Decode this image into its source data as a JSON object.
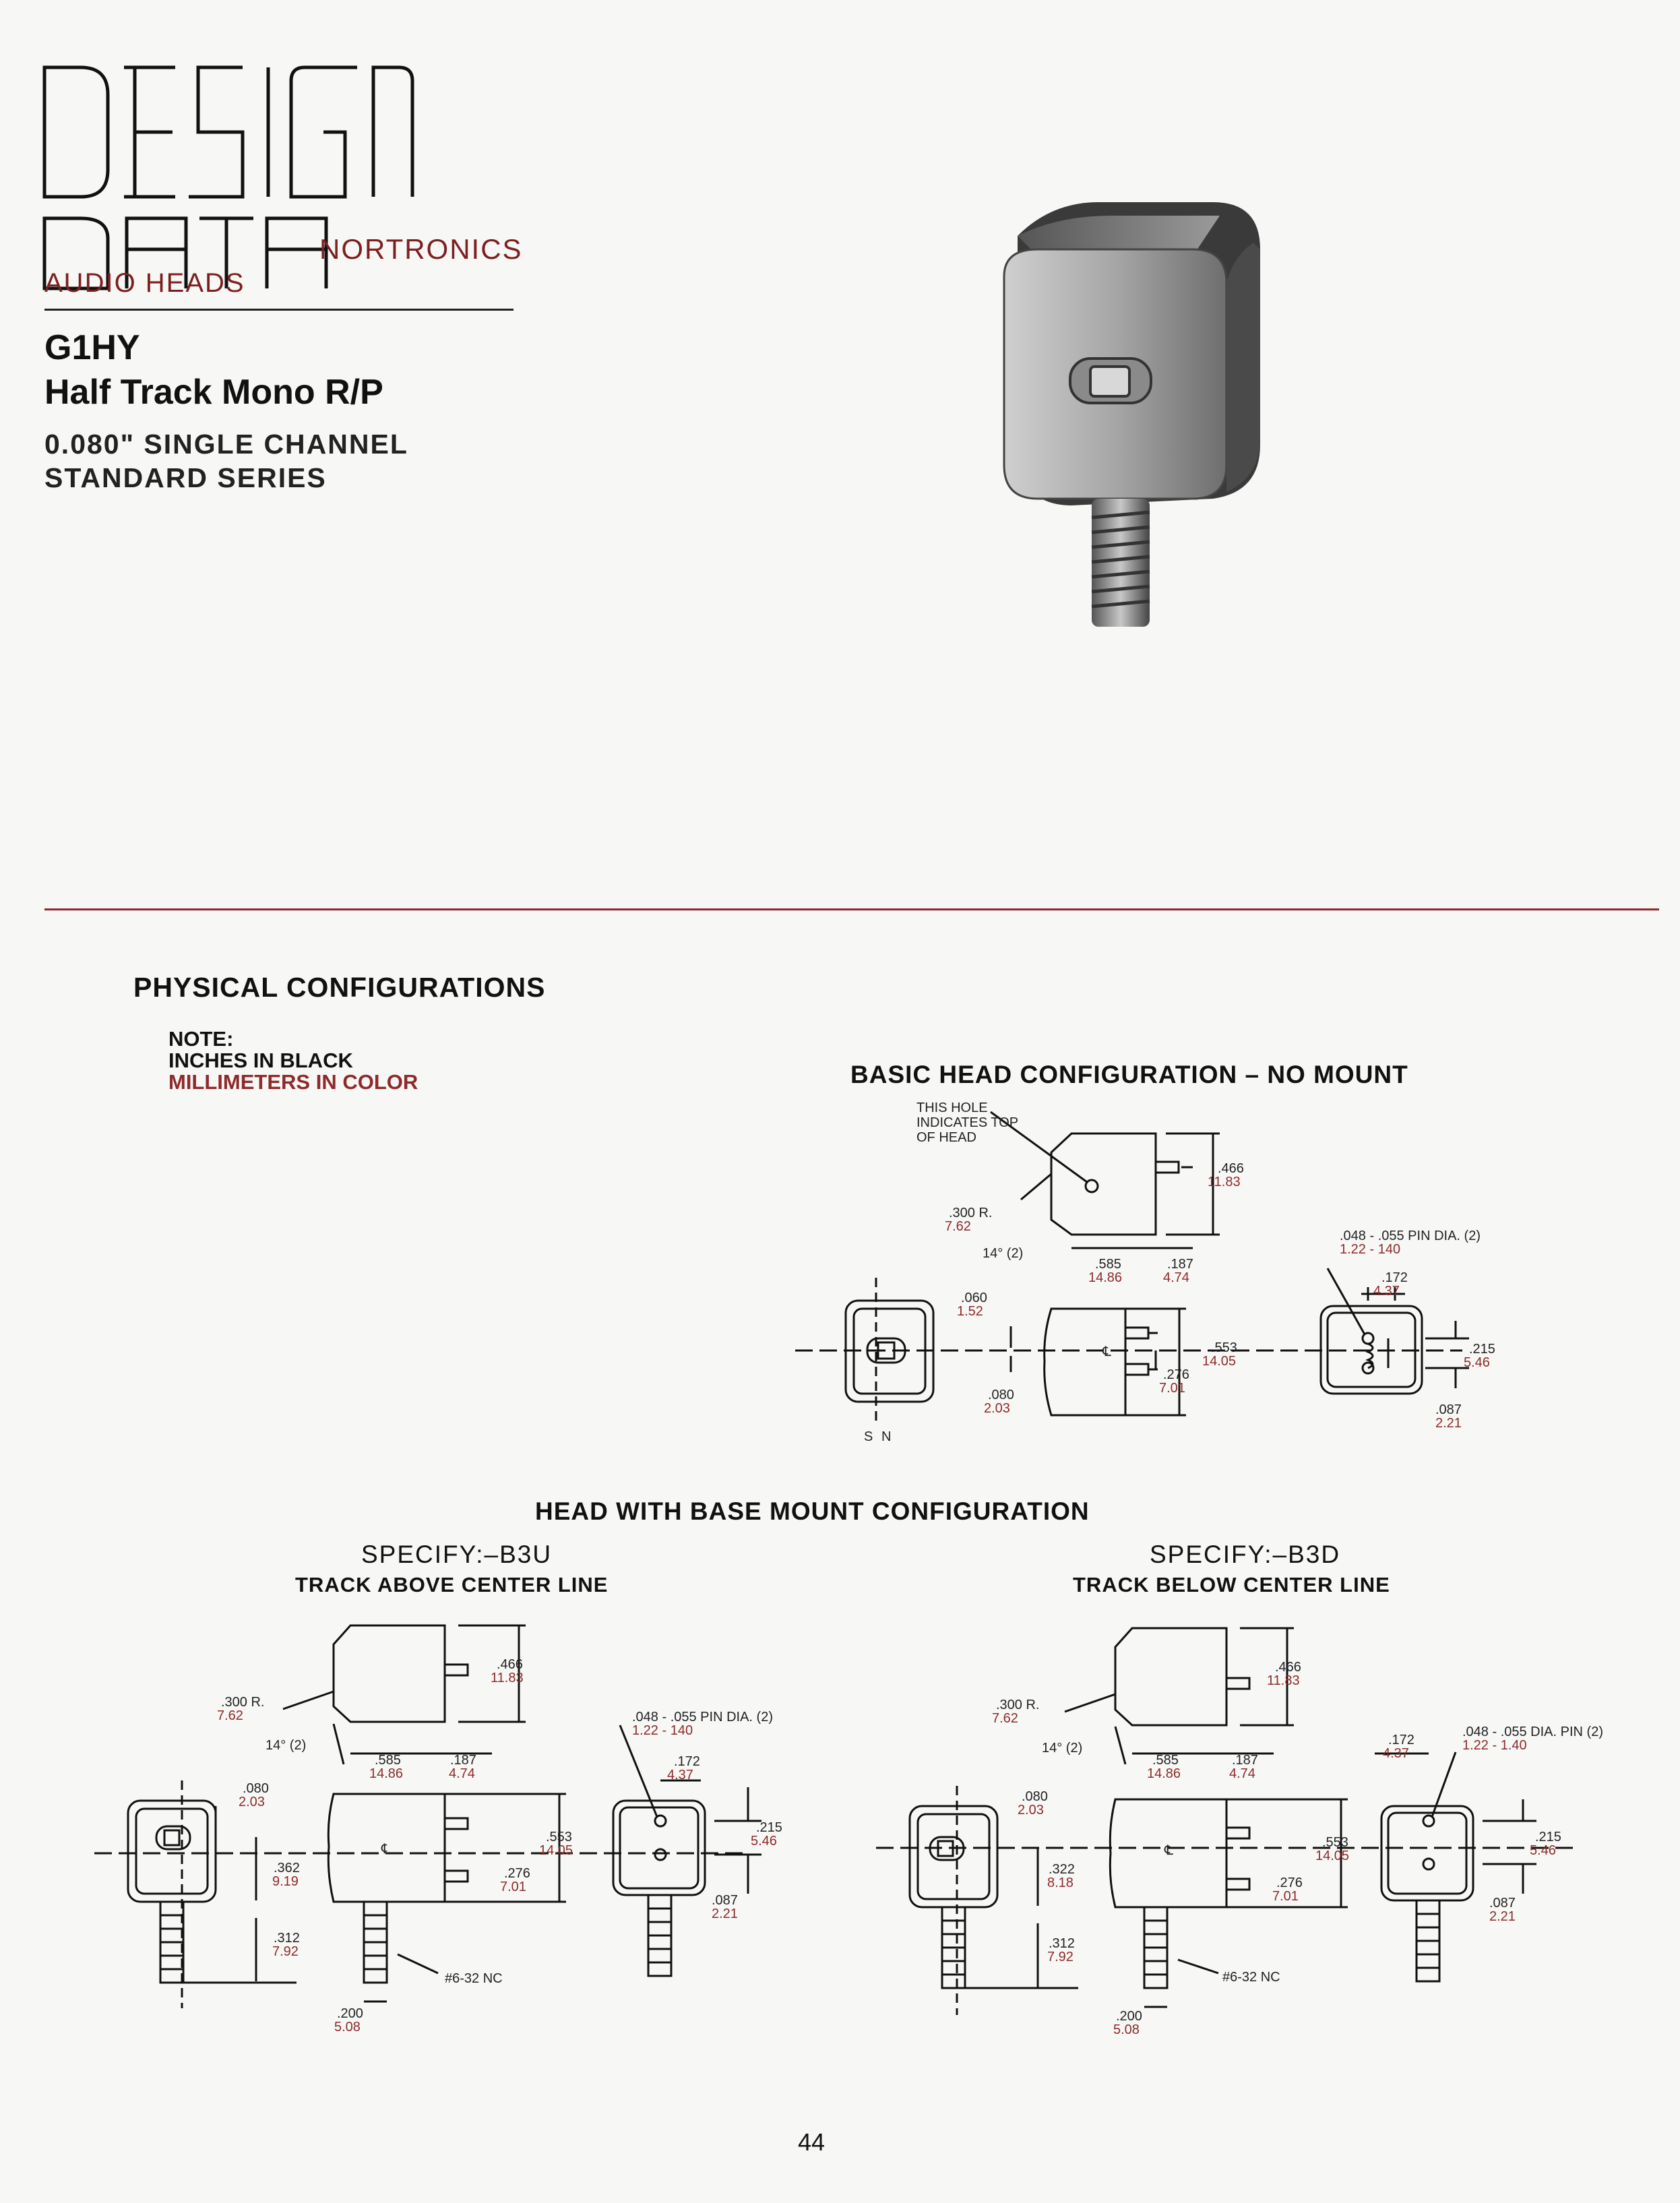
{
  "header": {
    "logo_text": "DESIGN DATA",
    "brand": "NORTRONICS",
    "category": "AUDIO HEADS",
    "model": "G1HY",
    "model_name": "Half Track Mono R/P",
    "spec_line1": "0.080\" SINGLE CHANNEL",
    "spec_line2": "STANDARD SERIES"
  },
  "colors": {
    "accent": "#8e2a2a",
    "text": "#111111",
    "paper": "#f7f7f5"
  },
  "physical": {
    "title": "PHYSICAL CONFIGURATIONS",
    "note_label": "NOTE:",
    "note_inches": "INCHES IN BLACK",
    "note_mm": "MILLIMETERS IN COLOR"
  },
  "basic": {
    "title": "BASIC HEAD CONFIGURATION – NO MOUNT",
    "hole_note": [
      "THIS HOLE",
      "INDICATES TOP",
      "OF HEAD"
    ],
    "radius_in": ".300 R.",
    "radius_mm": "7.62",
    "angle": "14° (2)",
    "d585_in": ".585",
    "d585_mm": "14.86",
    "d187_in": ".187",
    "d187_mm": "4.74",
    "d466_in": ".466",
    "d466_mm": "11.83",
    "d060_in": ".060",
    "d060_mm": "1.52",
    "d080_in": ".080",
    "d080_mm": "2.03",
    "d553_in": ".553",
    "d553_mm": "14.05",
    "d276_in": ".276",
    "d276_mm": "7.01",
    "pin_in": ".048 - .055 PIN DIA. (2)",
    "pin_mm": "1.22 - 140",
    "d172_in": ".172",
    "d172_mm": "4.37",
    "d215_in": ".215",
    "d215_mm": "5.46",
    "d087_in": ".087",
    "d087_mm": "2.21",
    "pole_s": "S",
    "pole_n": "N",
    "cl": "℄"
  },
  "mount": {
    "title": "HEAD WITH BASE MOUNT CONFIGURATION",
    "left": {
      "specify": "SPECIFY:–B3U",
      "track": "TRACK ABOVE CENTER LINE",
      "radius_in": ".300 R.",
      "radius_mm": "7.62",
      "angle": "14° (2)",
      "d466_in": ".466",
      "d466_mm": "11.83",
      "d585_in": ".585",
      "d585_mm": "14.86",
      "d187_in": ".187",
      "d187_mm": "4.74",
      "d080_in": ".080",
      "d080_mm": "2.03",
      "doff_in": ".362",
      "doff_mm": "9.19",
      "d312_in": ".312",
      "d312_mm": "7.92",
      "d553_in": ".553",
      "d553_mm": "14.05",
      "d276_in": ".276",
      "d276_mm": "7.01",
      "d200_in": ".200",
      "d200_mm": "5.08",
      "thread": "#6-32 NC",
      "pin_in": ".048 - .055 PIN DIA. (2)",
      "pin_mm": "1.22 - 140",
      "d172_in": ".172",
      "d172_mm": "4.37",
      "d215_in": ".215",
      "d215_mm": "5.46",
      "d087_in": ".087",
      "d087_mm": "2.21",
      "cl": "℄"
    },
    "right": {
      "specify": "SPECIFY:–B3D",
      "track": "TRACK BELOW CENTER LINE",
      "radius_in": ".300 R.",
      "radius_mm": "7.62",
      "angle": "14° (2)",
      "d466_in": ".466",
      "d466_mm": "11.83",
      "d585_in": ".585",
      "d585_mm": "14.86",
      "d187_in": ".187",
      "d187_mm": "4.74",
      "d080_in": ".080",
      "d080_mm": "2.03",
      "doff_in": ".322",
      "doff_mm": "8.18",
      "d312_in": ".312",
      "d312_mm": "7.92",
      "d553_in": ".553",
      "d553_mm": "14.05",
      "d276_in": ".276",
      "d276_mm": "7.01",
      "d200_in": ".200",
      "d200_mm": "5.08",
      "thread": "#6-32 NC",
      "pin_in": ".048 - .055 DIA. PIN (2)",
      "pin_mm": "1.22 - 1.40",
      "d172_in": ".172",
      "d172_mm": "4.37",
      "d215_in": ".215",
      "d215_mm": "5.46",
      "d087_in": ".087",
      "d087_mm": "2.21",
      "cl": "℄"
    }
  },
  "footer": {
    "page_number": "44"
  }
}
